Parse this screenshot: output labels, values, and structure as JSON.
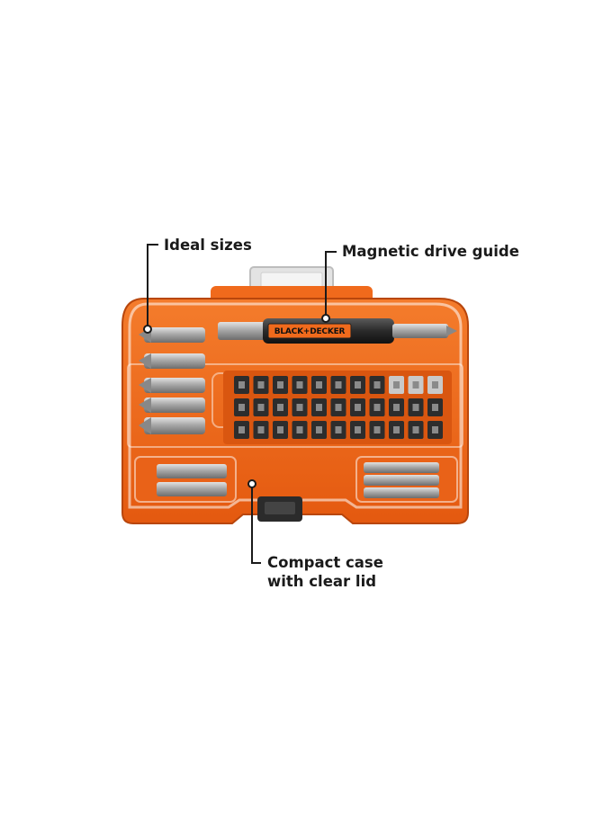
{
  "callouts": {
    "ideal_sizes": "Ideal sizes",
    "magnetic_drive_guide": "Magnetic drive guide",
    "compact_case_line1": "Compact case",
    "compact_case_line2": "with clear lid"
  },
  "brand_logo": "BLACK+DECKER",
  "colors": {
    "case_orange": "#f06a1c",
    "case_dark_orange": "#c8490c",
    "bit_steel": "#a9a9a9",
    "background": "#ffffff",
    "callout_text": "#1a1a1a"
  }
}
